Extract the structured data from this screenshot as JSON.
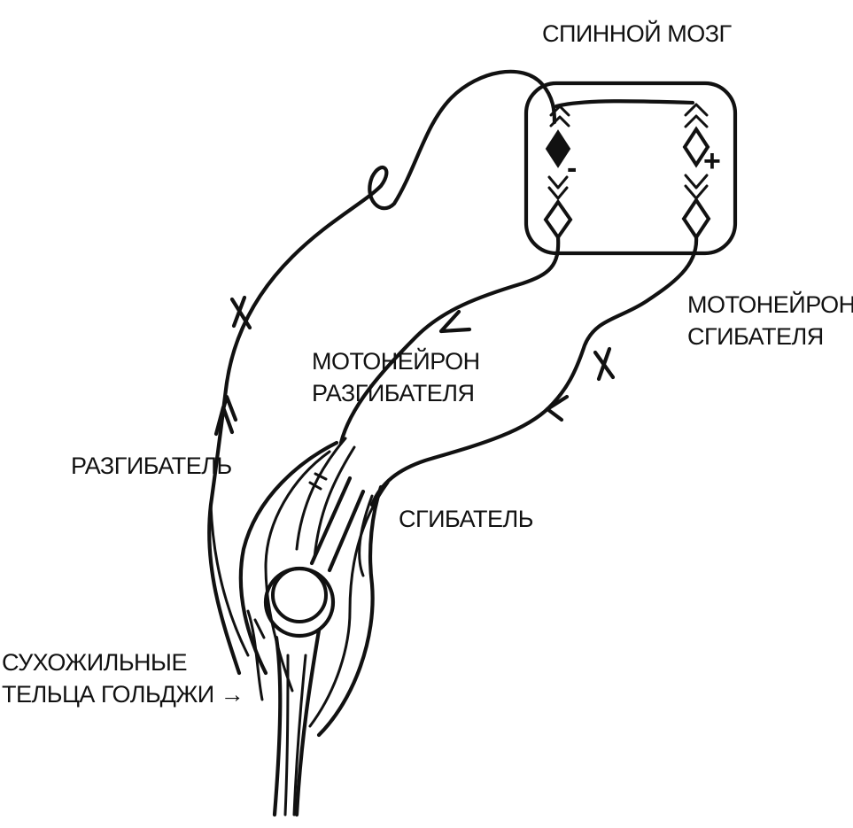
{
  "labels": {
    "spinal_cord": "СПИННОЙ МОЗГ",
    "flexor_motoneuron": [
      "МОТОНЕЙРОН",
      "СГИБАТЕЛЯ"
    ],
    "extensor_motoneuron": [
      "МОТОНЕЙРОН",
      "РАЗГИБАТЕЛЯ"
    ],
    "extensor": "РАЗГИБАТЕЛЬ",
    "flexor": "СГИБАТЕЛЬ",
    "golgi": [
      "СУХОЖИЛЬНЫЕ",
      "ТЕЛЬЦА ГОЛЬДЖИ →"
    ],
    "minus_sign": "-",
    "plus_sign": "+"
  }
}
